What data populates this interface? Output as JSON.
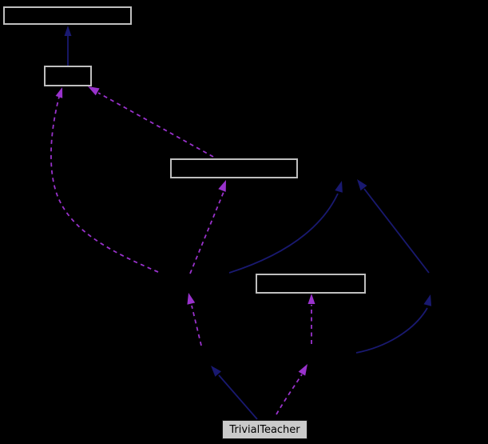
{
  "diagram": {
    "type": "class-collaboration-graph",
    "focus_node": {
      "label": "TrivialTeacher"
    },
    "nodes": [
      {
        "id": "node-top",
        "label": ""
      },
      {
        "id": "node-upper",
        "label": ""
      },
      {
        "id": "node-middle",
        "label": ""
      },
      {
        "id": "node-right",
        "label": ""
      },
      {
        "id": "node-trivialteacher",
        "label": "TrivialTeacher"
      }
    ],
    "edges": [
      {
        "id": "inheritance-upper-to-top",
        "kind": "inheritance",
        "style": "solid"
      },
      {
        "id": "usage-curve-left-to-upper",
        "kind": "usage",
        "style": "dashed"
      },
      {
        "id": "usage-middle-to-upper",
        "kind": "usage",
        "style": "dashed"
      },
      {
        "id": "usage-up-to-middle",
        "kind": "usage",
        "style": "dashed"
      },
      {
        "id": "usage-up-center",
        "kind": "usage",
        "style": "dashed"
      },
      {
        "id": "inheritance-from-trivialteacher",
        "kind": "inheritance",
        "style": "solid"
      },
      {
        "id": "usage-from-trivialteacher",
        "kind": "usage",
        "style": "dashed"
      },
      {
        "id": "usage-up-to-right-node",
        "kind": "usage",
        "style": "dashed"
      },
      {
        "id": "inheritance-curve-center",
        "kind": "inheritance",
        "style": "solid"
      },
      {
        "id": "inheritance-right-straight",
        "kind": "inheritance",
        "style": "solid"
      },
      {
        "id": "inheritance-curve-bottom-right",
        "kind": "inheritance",
        "style": "solid"
      }
    ],
    "colors": {
      "background": "#000000",
      "node_border": "#bfbfbf",
      "focus_node_fill": "#cacaca",
      "focus_node_text": "#000000",
      "inheritance_edge": "#191970",
      "usage_edge": "#9932cc"
    }
  }
}
